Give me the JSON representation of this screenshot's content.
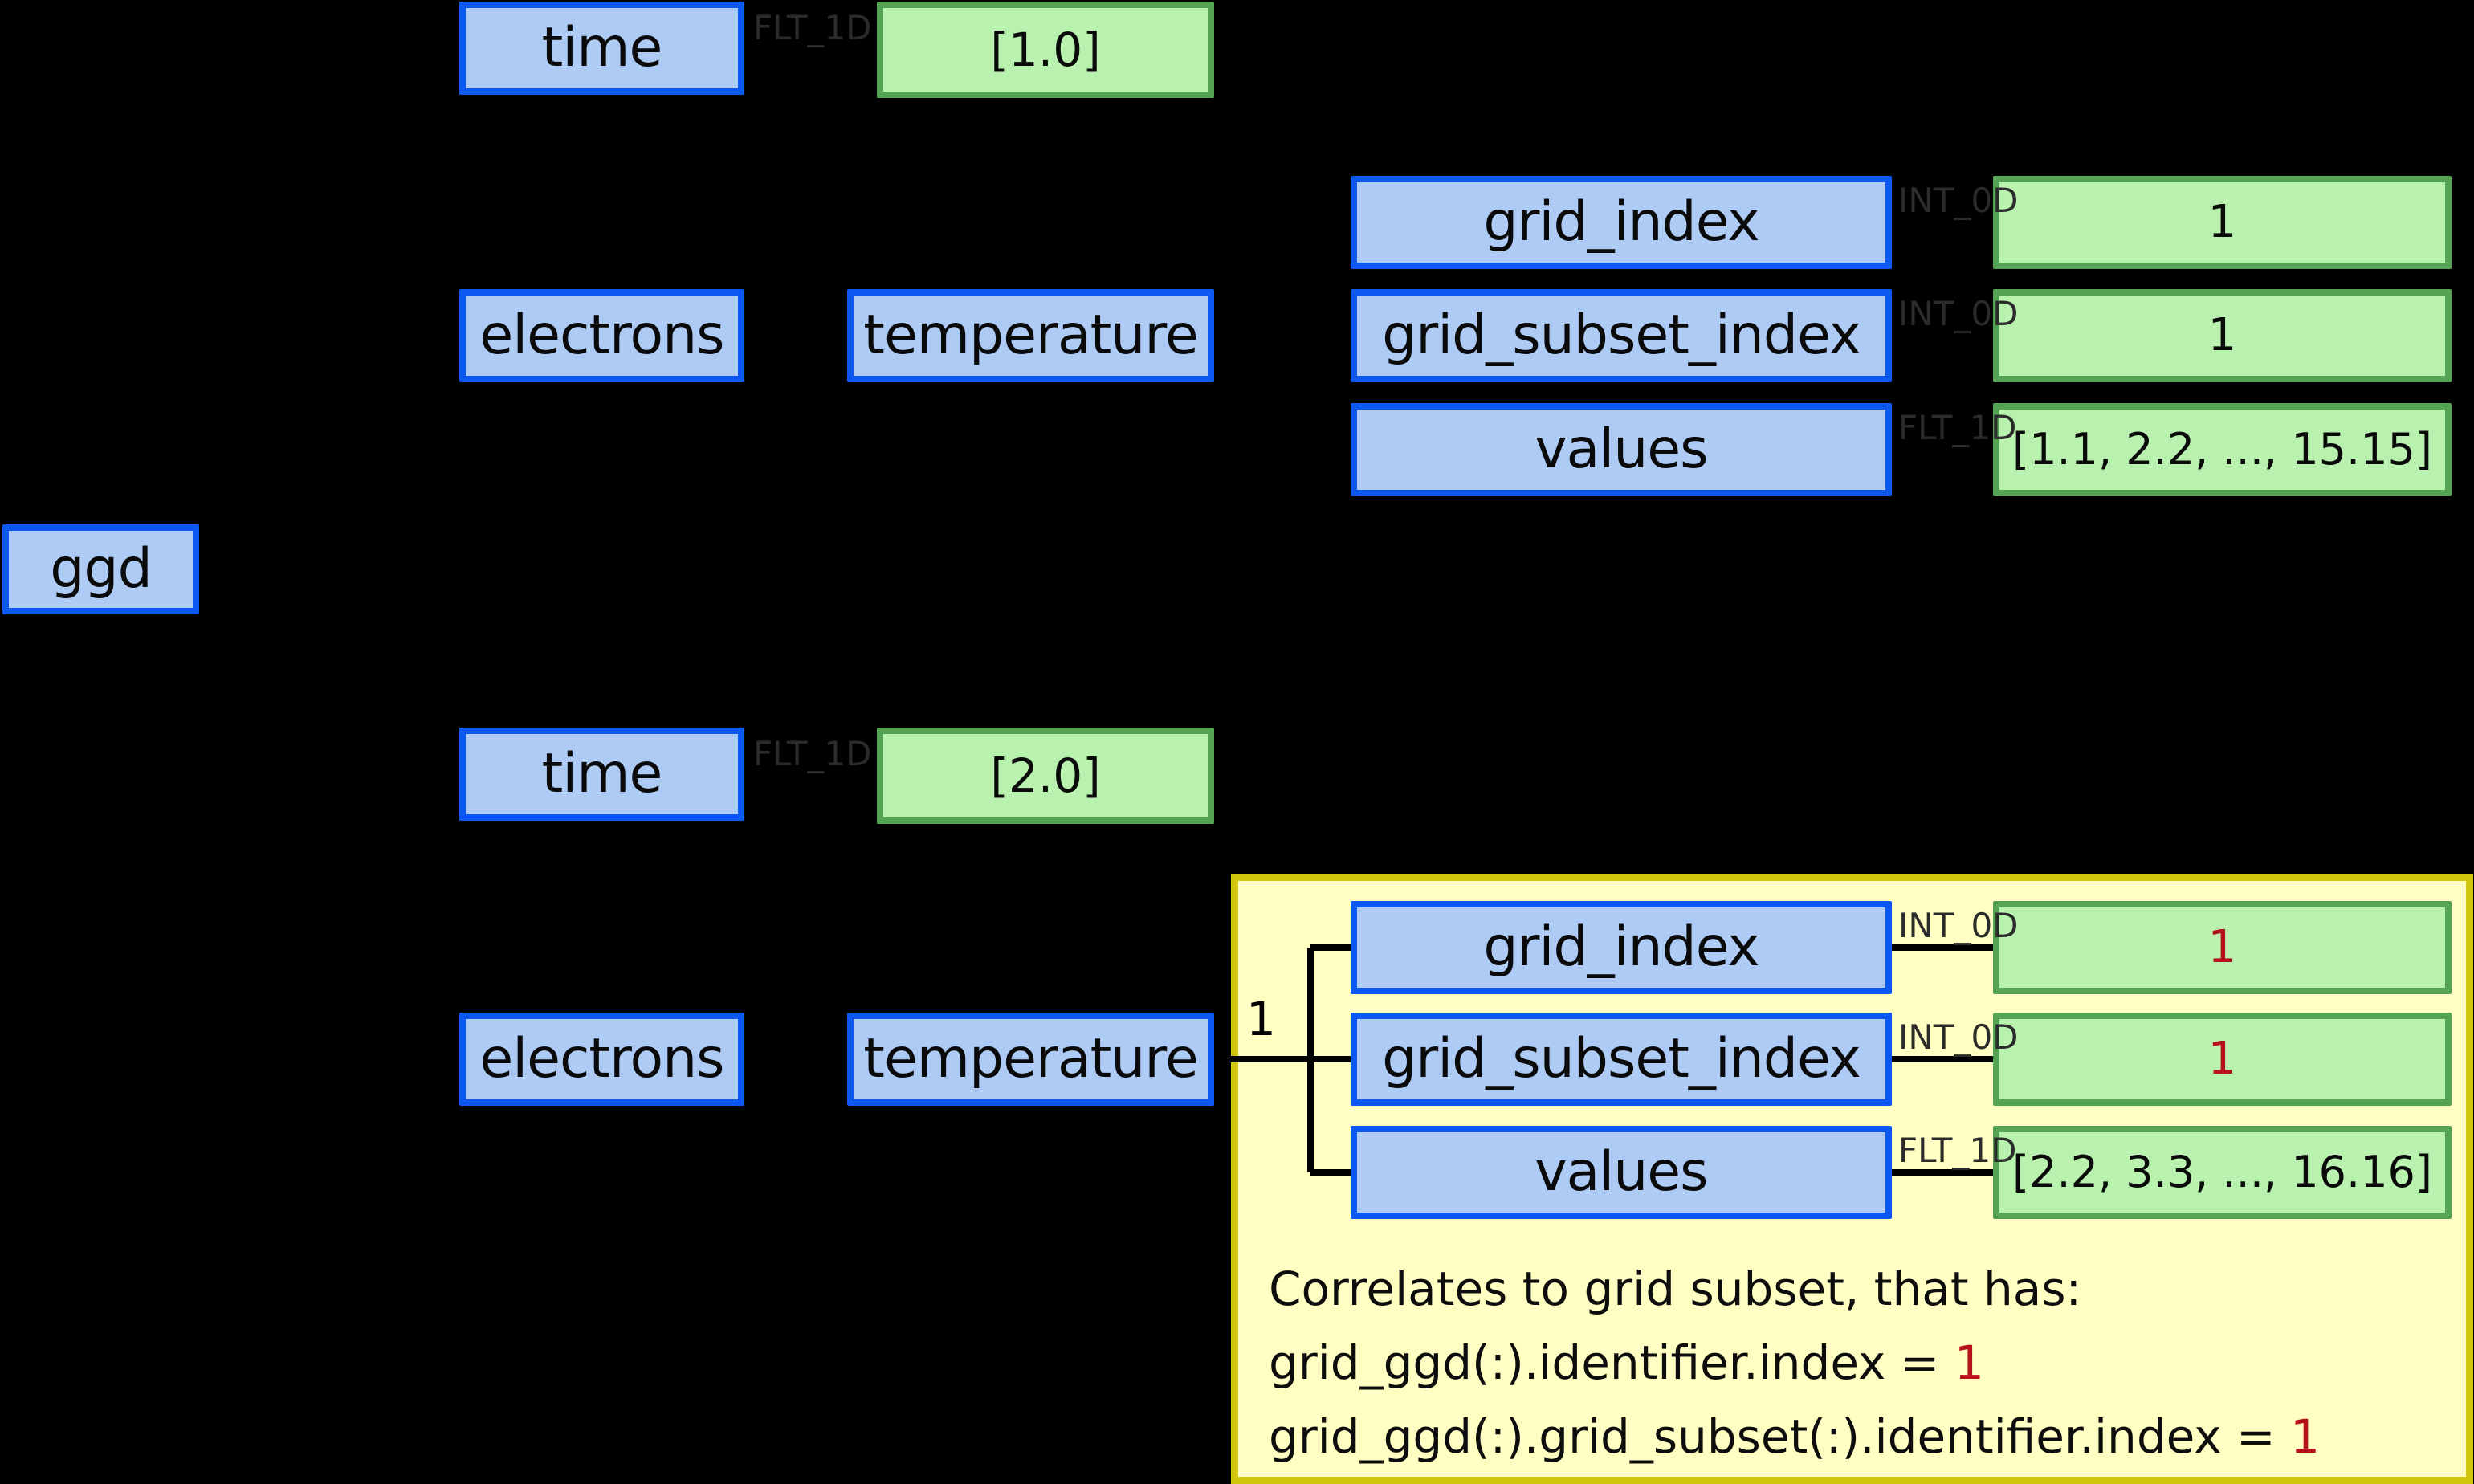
{
  "colors": {
    "node-border": "#0e58f2",
    "node-fill": "#adcbf5",
    "value-border": "#54a453",
    "value-fill": "#b9f2af",
    "callout-fill": "#ffffc4",
    "callout-border": "#d2c60e",
    "highlight-red": "#b5121b",
    "type-label": "#2b2b2b",
    "edge": "#000000",
    "background": "#000000"
  },
  "root": {
    "label": "ggd"
  },
  "element1": {
    "time": {
      "label": "time",
      "type": "FLT_1D",
      "value": "[1.0]"
    },
    "electrons": {
      "label": "electrons"
    },
    "temperature": {
      "label": "temperature"
    },
    "children": [
      {
        "label": "grid_index",
        "type": "INT_0D",
        "value": "1"
      },
      {
        "label": "grid_subset_index",
        "type": "INT_0D",
        "value": "1"
      },
      {
        "label": "values",
        "type": "FLT_1D",
        "value": "[1.1, 2.2, ..., 15.15]"
      }
    ]
  },
  "element2": {
    "time": {
      "label": "time",
      "type": "FLT_1D",
      "value": "[2.0]"
    },
    "electrons": {
      "label": "electrons"
    },
    "temperature": {
      "label": "temperature"
    },
    "index_label": "1",
    "children": [
      {
        "label": "grid_index",
        "type": "INT_0D",
        "value": "1"
      },
      {
        "label": "grid_subset_index",
        "type": "INT_0D",
        "value": "1"
      },
      {
        "label": "values",
        "type": "FLT_1D",
        "value": "[2.2, 3.3, ..., 16.16]"
      }
    ]
  },
  "callout": {
    "line1": "Correlates to grid subset, that has:",
    "line2_prefix": "grid_ggd(:).identifier.index = ",
    "line2_value": "1",
    "line3_prefix": "grid_ggd(:).grid_subset(:).identifier.index = ",
    "line3_value": "1"
  }
}
